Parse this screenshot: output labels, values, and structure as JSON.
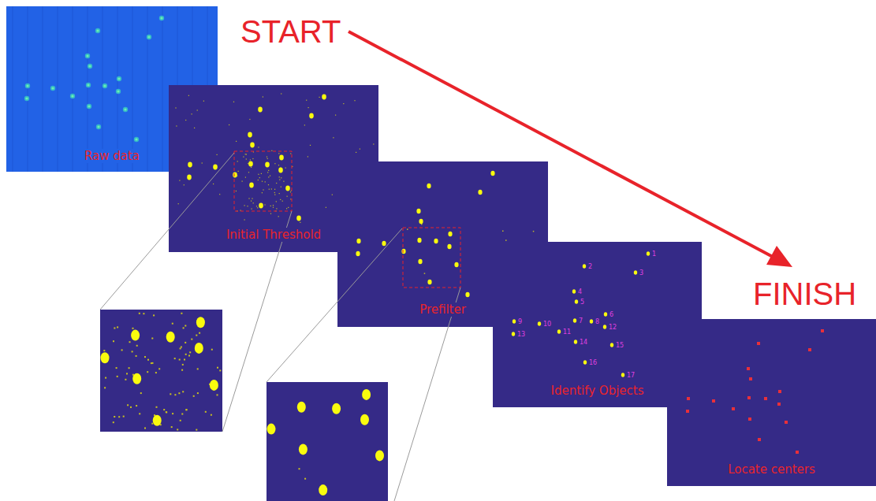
{
  "diagram": {
    "nodes": [
      {
        "text": [
          "Raw data"
        ]
      },
      {
        "text": [
          "Initial Threshold"
        ]
      },
      {
        "text": [
          "Prefilter"
        ]
      },
      {
        "text": [
          "Identify Objects"
        ]
      },
      {
        "text": [
          "Locate centers"
        ]
      }
    ],
    "labels": [
      "START",
      "FINISH",
      "1",
      "2",
      "3",
      "4",
      "5",
      "6",
      "7",
      "8",
      "9",
      "10",
      "11",
      "12",
      "13",
      "14",
      "15",
      "16",
      "17"
    ]
  }
}
